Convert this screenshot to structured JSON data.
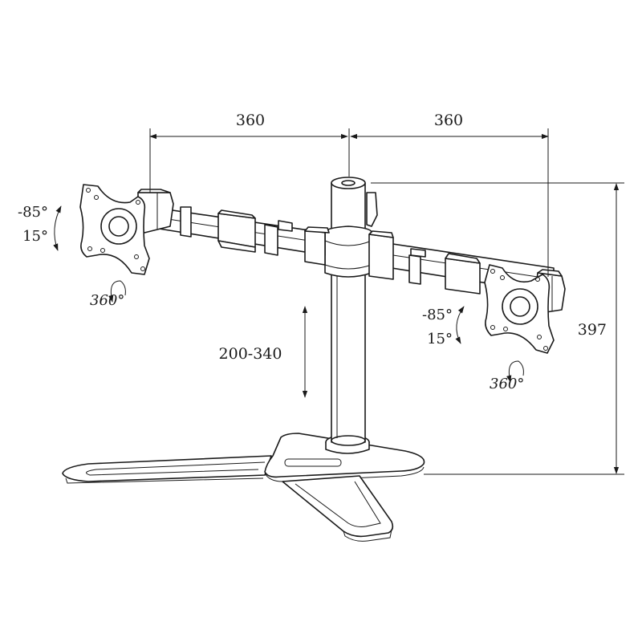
{
  "dimensions": {
    "left_arm_reach": "360",
    "right_arm_reach": "360",
    "max_height": "397",
    "height_adjust": "200-340"
  },
  "left_monitor": {
    "tilt_up": "-85°",
    "tilt_down": "15°",
    "rotation": "360°"
  },
  "right_monitor": {
    "tilt_up": "-85°",
    "tilt_down": "15°",
    "rotation": "360°"
  },
  "colors": {
    "line": "#1a1a1a",
    "background": "#ffffff"
  }
}
